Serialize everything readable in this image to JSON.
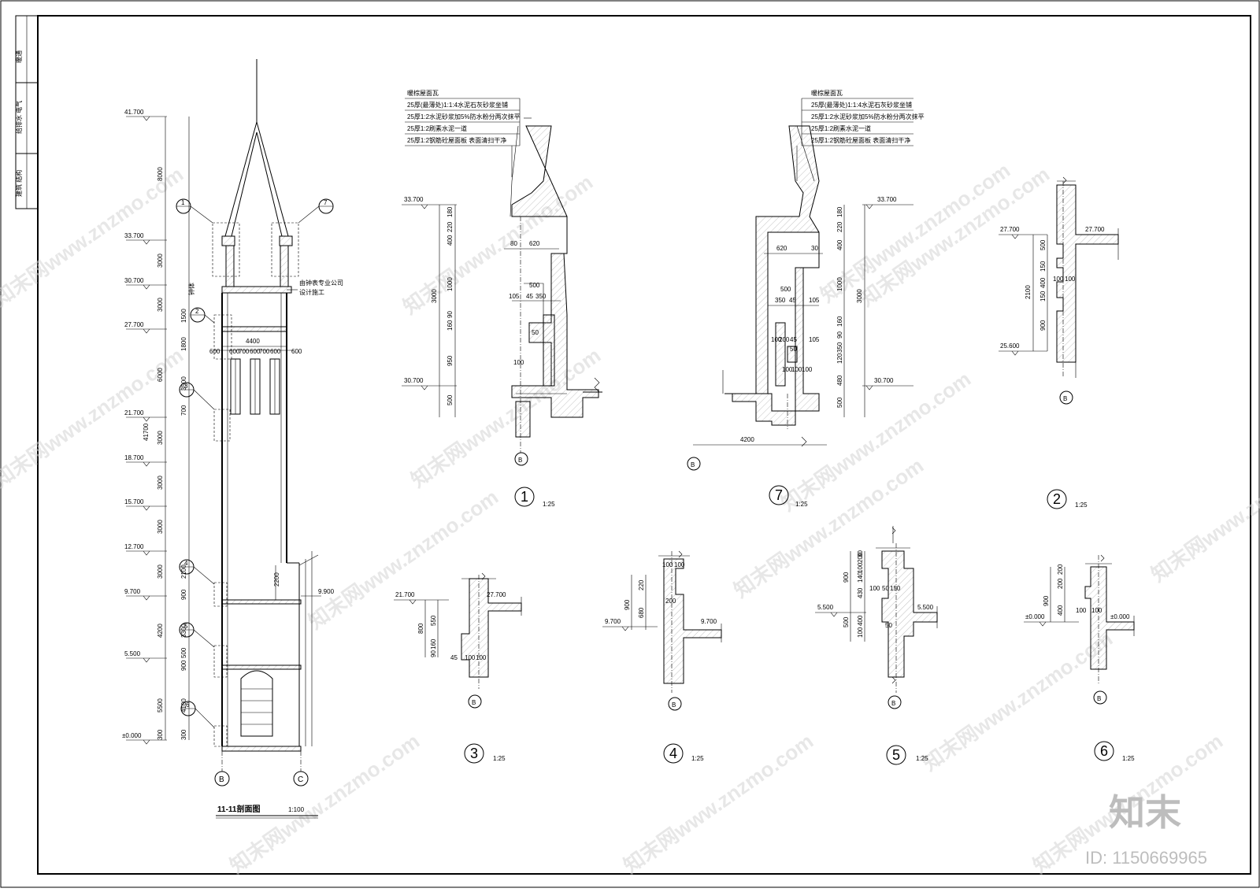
{
  "title_strip": {
    "cell1": "暖通",
    "cell2": "给排水 电气",
    "cell3": "建筑 结构"
  },
  "section": {
    "title": "11-11剖面图",
    "scale": "1:100",
    "levels": [
      "41.700",
      "33.700",
      "30.700",
      "27.700",
      "21.700",
      "18.700",
      "15.700",
      "12.700",
      "9.700",
      "5.500",
      "±0.000"
    ],
    "right_level": "9.900",
    "dims": [
      "8000",
      "3000",
      "3000",
      "1500",
      "1800",
      "6000",
      "3500",
      "700",
      "41700",
      "3000",
      "3000",
      "3000",
      "3000",
      "2100",
      "900",
      "4200",
      "3300",
      "500",
      "900",
      "5500",
      "4100",
      "300",
      "300"
    ],
    "width_dim": "4400",
    "sub_dims": [
      "600",
      "600",
      "700",
      "600",
      "700",
      "600",
      "600"
    ],
    "inner_dim": "2200",
    "note_left": "钟体",
    "note_right1": "由钟表专业公司",
    "note_right2": "设计施工",
    "axis_b": "B",
    "axis_c": "C",
    "callouts": [
      "1",
      "7",
      "2",
      "3",
      "4",
      "5",
      "6"
    ]
  },
  "roof_note": [
    "暖棕屋面瓦",
    "25厚(最薄处)1:1:4水泥石灰砂浆坐铺",
    "25厚1:2水泥砂浆加5%防水粉分两次抹平",
    "25厚1:2刷素水泥一道",
    "25厚1:2钢筋砼屋面板 表面清扫干净"
  ],
  "details": [
    {
      "num": "1",
      "scale": "1:25",
      "levels": [
        "33.700",
        "30.700"
      ],
      "dims": [
        "180",
        "220",
        "400",
        "1000",
        "3000",
        "90",
        "160",
        "950",
        "500",
        "80",
        "620",
        "500",
        "105",
        "45",
        "350",
        "50",
        "100"
      ]
    },
    {
      "num": "7",
      "scale": "1:25",
      "levels": [
        "33.700",
        "30.700"
      ],
      "dims": [
        "180",
        "220",
        "400",
        "1000",
        "3000",
        "160",
        "90",
        "350",
        "120",
        "480",
        "500",
        "620",
        "30",
        "500",
        "350",
        "45",
        "105",
        "105",
        "100",
        "200",
        "45",
        "100",
        "100",
        "100",
        "50",
        "4200"
      ]
    },
    {
      "num": "2",
      "scale": "1:25",
      "levels": [
        "27.700",
        "27.700",
        "25.600"
      ],
      "dims": [
        "500",
        "150",
        "400",
        "150",
        "2100",
        "900",
        "100",
        "100"
      ]
    },
    {
      "num": "3",
      "scale": "1:25",
      "levels": [
        "21.700",
        "27.700"
      ],
      "dims": [
        "800",
        "550",
        "160",
        "90",
        "45",
        "100",
        "100"
      ]
    },
    {
      "num": "4",
      "scale": "1:25",
      "levels": [
        "9.700",
        "9.700"
      ],
      "dims": [
        "100",
        "100",
        "220",
        "900",
        "680",
        "200"
      ]
    },
    {
      "num": "5",
      "scale": "1:25",
      "levels": [
        "5.500",
        "5.500"
      ],
      "dims": [
        "200",
        "100",
        "430",
        "900",
        "500",
        "400",
        "100",
        "100",
        "50",
        "150",
        "50",
        "140",
        "30"
      ]
    },
    {
      "num": "6",
      "scale": "1:25",
      "levels": [
        "±0.000",
        "±0.000"
      ],
      "dims": [
        "900",
        "400",
        "200",
        "200",
        "100",
        "100"
      ]
    }
  ],
  "axis_label": "B",
  "watermark": "知末网www.znzmo.com",
  "logo": "知末",
  "id_text": "ID: 1150669965"
}
